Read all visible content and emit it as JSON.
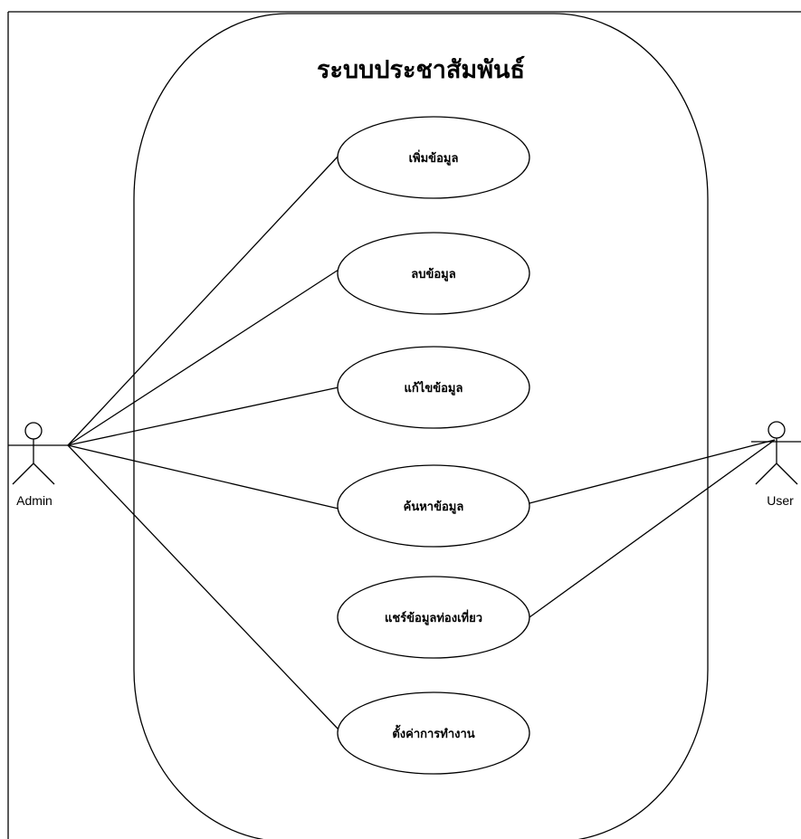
{
  "system": {
    "title": "ระบบประชาสัมพันธ์"
  },
  "actors": {
    "admin": {
      "label": "Admin"
    },
    "user": {
      "label": "User"
    }
  },
  "use_cases": [
    {
      "id": "add",
      "label": "เพิ่มข้อมูล"
    },
    {
      "id": "delete",
      "label": "ลบข้อมูล"
    },
    {
      "id": "edit",
      "label": "แก้ไขข้อมูล"
    },
    {
      "id": "search",
      "label": "ค้นหาข้อมูล"
    },
    {
      "id": "share",
      "label": "แชร์ข้อมูลท่องเที่ยว"
    },
    {
      "id": "settings",
      "label": "ตั้งค่าการทำงาน"
    }
  ],
  "associations": [
    {
      "actor": "admin",
      "use_case": "add"
    },
    {
      "actor": "admin",
      "use_case": "delete"
    },
    {
      "actor": "admin",
      "use_case": "edit"
    },
    {
      "actor": "admin",
      "use_case": "search"
    },
    {
      "actor": "admin",
      "use_case": "settings"
    },
    {
      "actor": "user",
      "use_case": "search"
    },
    {
      "actor": "user",
      "use_case": "share"
    }
  ]
}
